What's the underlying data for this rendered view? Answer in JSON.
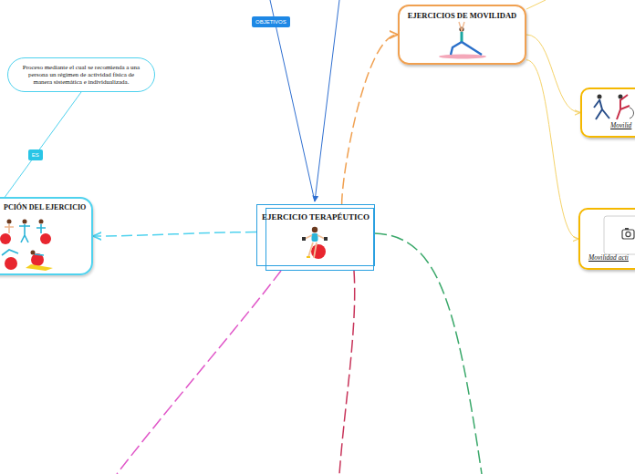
{
  "diagram": {
    "nodes": [
      {
        "text": [
          "EJERCICIO TERAPÉUTICO"
        ]
      },
      {
        "text": [
          "EJERCICIOS DE MOVILIDAD"
        ]
      },
      {
        "text": [
          "PCIÓN DEL EJERCICIO"
        ]
      },
      {
        "text": [
          "Proceso mediante el cual se recomienda a una persona un régimen de actividad física de manera sistemática e individualizada."
        ]
      },
      {
        "text": [
          "Movilid"
        ]
      },
      {
        "text": [
          "Movilidad acti"
        ]
      }
    ],
    "edges": [
      {
        "from": 0,
        "to": 1,
        "arrow": "to"
      },
      {
        "from": 0,
        "to": 2,
        "arrow": "to"
      },
      {
        "from": 2,
        "to": 3,
        "label": "ES",
        "arrow": "none"
      },
      {
        "from": 1,
        "to": 4,
        "arrow": "to"
      },
      {
        "from": 1,
        "to": 5,
        "arrow": "to"
      }
    ],
    "labels": [
      "OBJETIVOS"
    ]
  }
}
